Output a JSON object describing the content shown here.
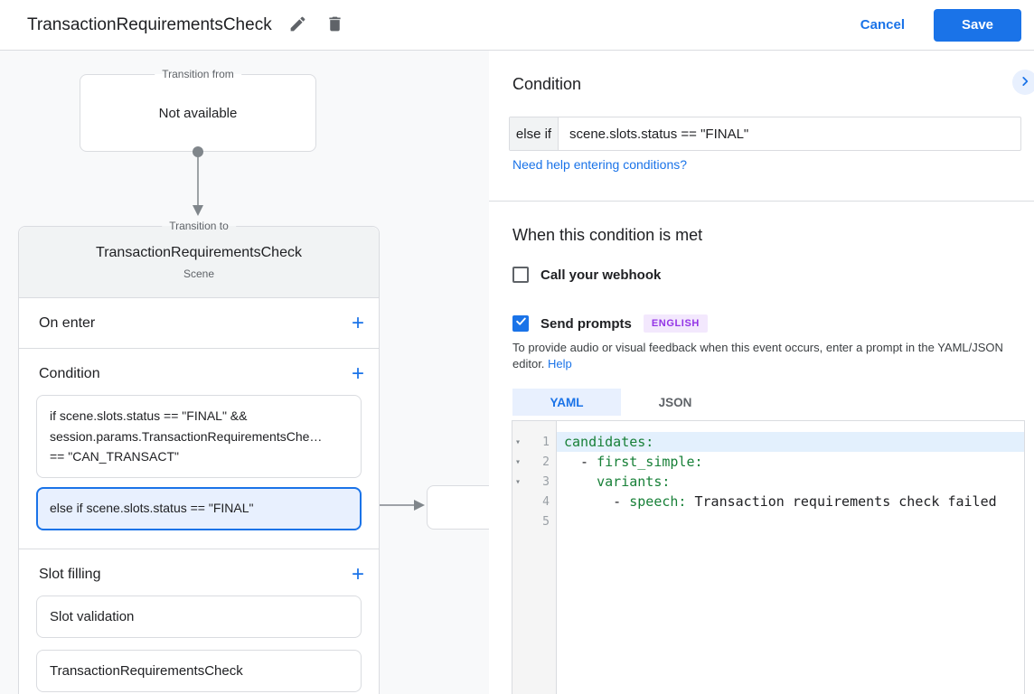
{
  "header": {
    "title": "TransactionRequirementsCheck",
    "cancel_label": "Cancel",
    "save_label": "Save"
  },
  "diagram": {
    "transition_from": {
      "label": "Transition from",
      "content": "Not available"
    },
    "transition_to": {
      "label": "Transition to",
      "title": "TransactionRequirementsCheck",
      "subtitle": "Scene",
      "on_enter": {
        "label": "On enter",
        "add_icon": "+"
      },
      "condition": {
        "label": "Condition",
        "add_icon": "+",
        "boxes": [
          {
            "lines": [
              "if scene.slots.status == \"FINAL\" &&",
              "session.params.TransactionRequirementsChe…",
              "== \"CAN_TRANSACT\""
            ]
          },
          {
            "lines": [
              "else if scene.slots.status == \"FINAL\""
            ],
            "selected": true
          }
        ]
      },
      "slot_filling": {
        "label": "Slot filling",
        "add_icon": "+",
        "items": [
          "Slot validation",
          "TransactionRequirementsCheck"
        ]
      }
    }
  },
  "panel": {
    "title": "Condition",
    "condition_input": {
      "prefix": "else if",
      "value": "scene.slots.status == \"FINAL\""
    },
    "help_link": "Need help entering conditions?",
    "section_title": "When this condition is met",
    "webhook_checkbox": {
      "label": "Call your webhook",
      "checked": false
    },
    "prompts_checkbox": {
      "label": "Send prompts",
      "checked": true,
      "badge": "ENGLISH"
    },
    "description": "To provide audio or visual feedback when this event occurs, enter a prompt in the YAML/JSON editor.",
    "description_link": "Help",
    "tabs": [
      {
        "label": "YAML",
        "active": true
      },
      {
        "label": "JSON",
        "active": false
      }
    ],
    "editor": {
      "fold_icon": "▾",
      "lines": [
        {
          "number": 1,
          "fold": true,
          "highlight": true,
          "tokens": [
            {
              "type": "key",
              "text": "candidates:"
            }
          ]
        },
        {
          "number": 2,
          "fold": true,
          "highlight": false,
          "tokens": [
            {
              "type": "plain",
              "text": "  - "
            },
            {
              "type": "key",
              "text": "first_simple:"
            }
          ]
        },
        {
          "number": 3,
          "fold": true,
          "highlight": false,
          "tokens": [
            {
              "type": "plain",
              "text": "    "
            },
            {
              "type": "key",
              "text": "variants:"
            }
          ]
        },
        {
          "number": 4,
          "fold": false,
          "highlight": false,
          "tokens": [
            {
              "type": "plain",
              "text": "      - "
            },
            {
              "type": "key",
              "text": "speech:"
            },
            {
              "type": "plain",
              "text": " Transaction requirements check failed"
            }
          ]
        },
        {
          "number": 5,
          "fold": false,
          "highlight": false,
          "tokens": []
        }
      ]
    }
  },
  "colors": {
    "accent_blue": "#1a73e8",
    "light_blue_bg": "#e8f0fe",
    "selected_line_bg": "#e3f0fd",
    "panel_bg": "#f8f9fa",
    "card_header_bg": "#f1f3f4",
    "border": "#dadce0",
    "key_green": "#188038",
    "badge_bg": "#f3e8fd",
    "badge_text": "#9334e6"
  }
}
